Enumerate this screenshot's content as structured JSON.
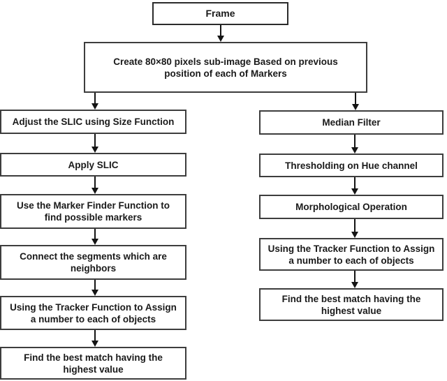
{
  "flowchart": {
    "nodes": {
      "frame": {
        "label": "Frame"
      },
      "create": {
        "label": "Create 80×80 pixels sub-image Based on previous\nposition of each of Markers"
      },
      "left": [
        {
          "label": "Adjust the SLIC using Size Function"
        },
        {
          "label": "Apply SLIC"
        },
        {
          "label": "Use the Marker Finder Function to\nfind possible markers"
        },
        {
          "label": "Connect the segments which are\nneighbors"
        },
        {
          "label": "Using the Tracker Function to Assign\na number to each of objects"
        },
        {
          "label": "Find the best match having the\nhighest value"
        }
      ],
      "right": [
        {
          "label": "Median Filter"
        },
        {
          "label": "Thresholding on Hue channel"
        },
        {
          "label": "Morphological Operation"
        },
        {
          "label": "Using the Tracker Function to Assign\na number to each of objects"
        },
        {
          "label": "Find the best match having the\nhighest value"
        }
      ]
    },
    "colors": {
      "background": "#ffffff",
      "node_fill": "#ffffff",
      "node_border": "#3d3d3d",
      "text": "#1a1a1a",
      "arrow": "#141414"
    }
  }
}
